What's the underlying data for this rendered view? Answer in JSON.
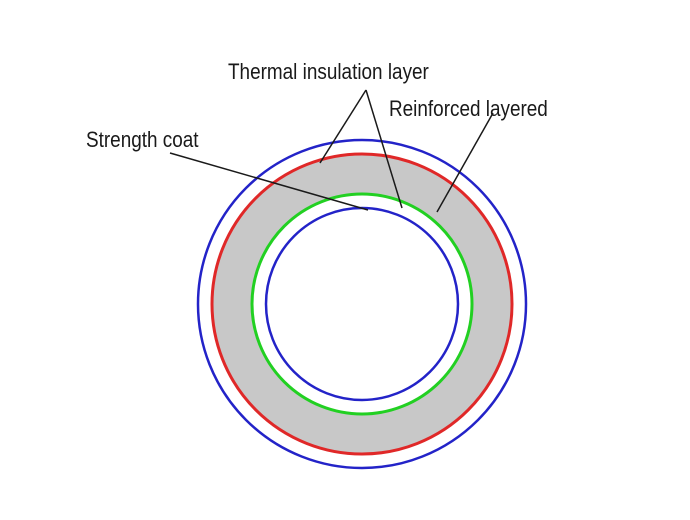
{
  "labels": {
    "thermal_insulation": "Thermal insulation layer",
    "reinforced": "Reinforced layered",
    "strength_coat": "Strength coat"
  },
  "colors": {
    "outer_ring": "#2323c8",
    "reinforced_ring": "#e02828",
    "inner_green_ring": "#22d022",
    "inner_ring": "#2323c8",
    "reinforced_fill": "#c8c8c8",
    "leader_lines": "#1a1a1a"
  },
  "layers": [
    "Strength coat",
    "Thermal insulation layer",
    "Reinforced layered"
  ]
}
